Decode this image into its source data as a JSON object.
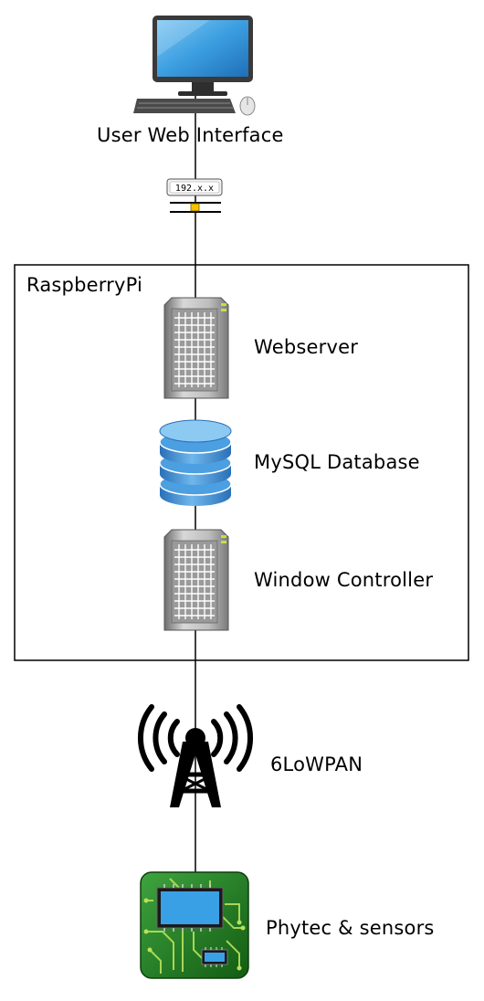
{
  "nodes": {
    "user": {
      "label": "User Web Interface",
      "icon": "desktop-computer-icon"
    },
    "ip": {
      "label": "192.x.x",
      "icon": "ip-address-tag-icon"
    },
    "raspberrypi": {
      "label": "RaspberryPi"
    },
    "webserver": {
      "label": "Webserver",
      "icon": "server-tower-icon"
    },
    "database": {
      "label": "MySQL Database",
      "icon": "database-cylinder-icon"
    },
    "controller": {
      "label": "Window Controller",
      "icon": "server-tower-icon"
    },
    "network": {
      "label": "6LoWPAN",
      "icon": "wireless-antenna-icon"
    },
    "device": {
      "label": "Phytec & sensors",
      "icon": "circuit-board-icon"
    }
  },
  "colors": {
    "monitor_screen": "#3b9ee0",
    "database_blue": "#3a8fd6",
    "board_green": "#1f7a1f",
    "connector": "#000000"
  }
}
